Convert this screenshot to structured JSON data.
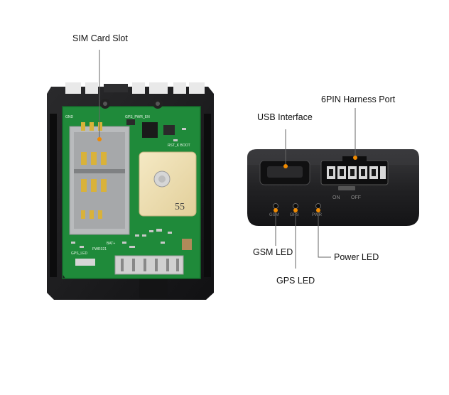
{
  "labels": {
    "sim_card_slot": "SIM Card Slot",
    "usb_interface": "USB Interface",
    "harness_port": "6PIN Harness Port",
    "gsm_led": "GSM LED",
    "gps_led": "GPS LED",
    "power_led": "Power LED"
  },
  "pcb_text": {
    "antenna_number": "55",
    "silk_gnd": "GND",
    "silk_gps": "GPS_PWR_EN",
    "silk_rst": "RST_K  BOOT",
    "silk_bat": "BAT+",
    "silk_pwr": "PWR321",
    "silk_gps_led": "GPS_LED"
  },
  "device_text": {
    "switch_on": "ON",
    "switch_off": "OFF",
    "led_gsm": "GSM",
    "led_gps": "GPS",
    "led_pwr": "PWR"
  },
  "colors": {
    "pcb_green": "#1f8a3a",
    "callout_orange": "#f08a00",
    "housing_black": "#1c1c1e"
  }
}
